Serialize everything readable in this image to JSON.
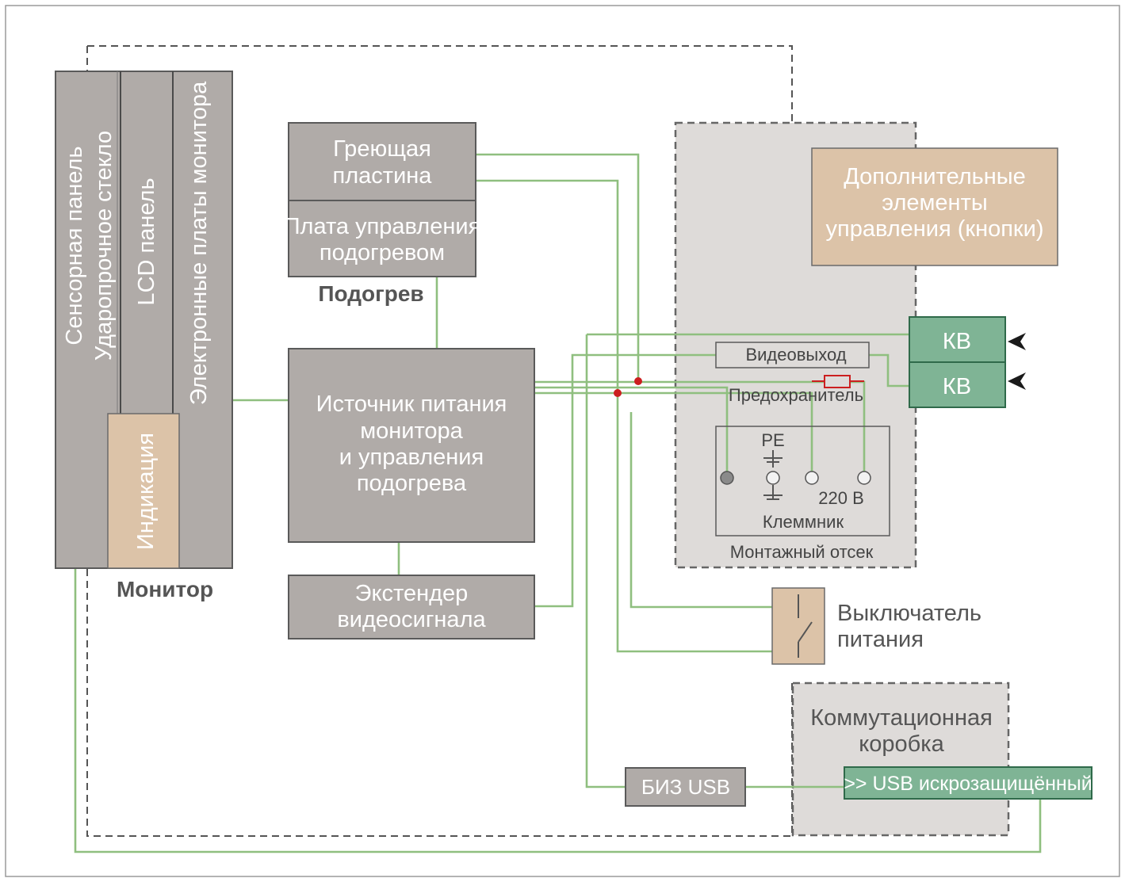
{
  "monitor": {
    "layers": [
      "Сенсорная панель",
      "Ударопрочное стекло",
      "LCD панель",
      "Электронные платы монитора"
    ],
    "indication": "Индикация",
    "caption": "Монитор"
  },
  "heating": {
    "plate_line1": "Греющая",
    "plate_line2": "пластина",
    "control_line1": "Плата управления",
    "control_line2": "подогревом",
    "caption": "Подогрев"
  },
  "psu": {
    "line1": "Источник питания",
    "line2": "монитора",
    "line3": "и управления",
    "line4": "подогрева"
  },
  "extender": {
    "line1": "Экстендер",
    "line2": "видеосигнала"
  },
  "extra_controls": {
    "line1": "Дополнительные",
    "line2": "элементы",
    "line3": "управления (кнопки)"
  },
  "mounting": {
    "video_out": "Видеовыход",
    "fuse": "Предохранитель",
    "pe": "PE",
    "voltage": "220 В",
    "terminal": "Клеммник",
    "caption": "Монтажный отсек"
  },
  "kv": [
    "КВ",
    "КВ"
  ],
  "switch": {
    "line1": "Выключатель",
    "line2": "питания"
  },
  "junction": {
    "line1": "Коммутационная",
    "line2": "коробка",
    "usb_safe": ">> USB искрозащищённый"
  },
  "biz_usb": "БИЗ USB",
  "colors": {
    "block_gray": "#b0aba8",
    "block_tan": "#dcc3a8",
    "block_green": "#7fb495",
    "wire_green": "#8fbf7f",
    "node_red": "#cc1f1f",
    "zone_fill": "#dedbd9"
  }
}
